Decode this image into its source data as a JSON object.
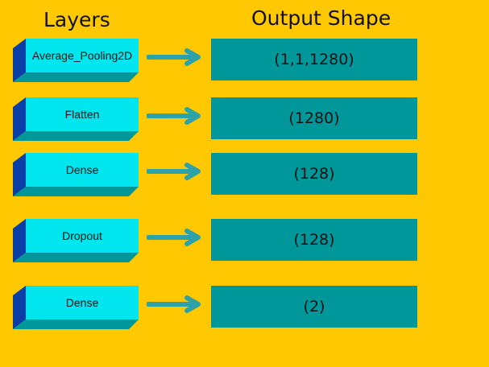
{
  "headers": {
    "layers": "Layers",
    "output_shape": "Output Shape"
  },
  "colors": {
    "background": "#FFC800",
    "block_face": "#00E5EE",
    "block_side": "#0A3FA8",
    "block_bottom": "#00979A",
    "arrow": "#2BA3A8",
    "shape_box": "#00979A"
  },
  "rows": [
    {
      "layer": "Average_Pooling2D",
      "shape": "(1,1,1280)"
    },
    {
      "layer": "Flatten",
      "shape": "(1280)"
    },
    {
      "layer": "Dense",
      "shape": "(128)"
    },
    {
      "layer": "Dropout",
      "shape": "(128)"
    },
    {
      "layer": "Dense",
      "shape": "(2)"
    }
  ]
}
